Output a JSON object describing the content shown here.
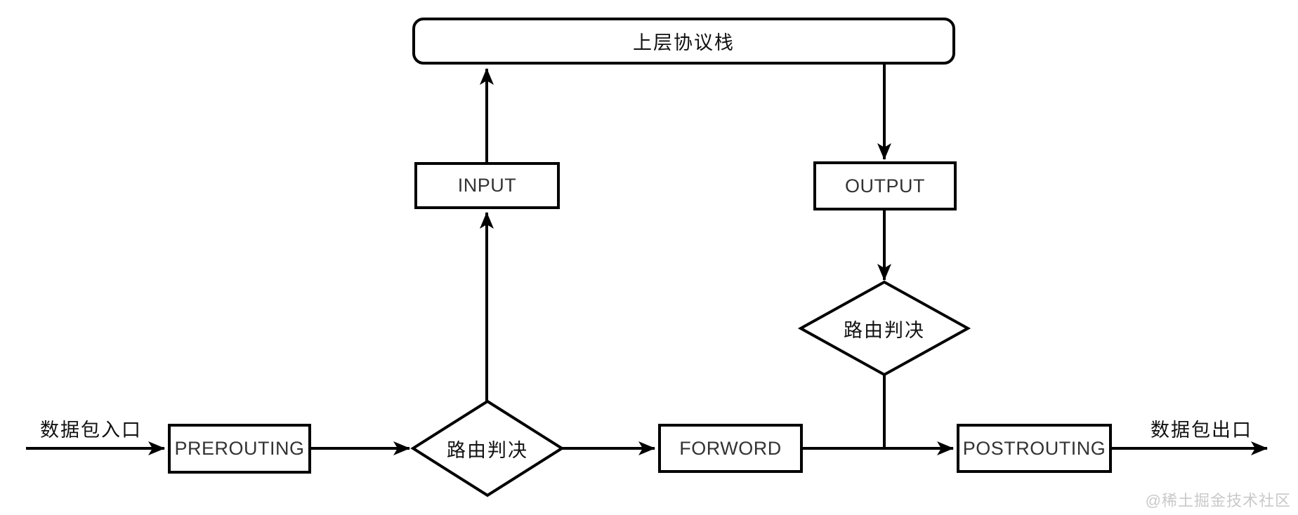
{
  "diagram": {
    "nodes": {
      "upper_stack": "上层协议栈",
      "input": "INPUT",
      "output": "OUTPUT",
      "routing_decision_right": "路由判决",
      "routing_decision_bottom": "路由判决",
      "prerouting": "PREROUTING",
      "forword": "FORWORD",
      "postrouting": "POSTROUTING"
    },
    "labels": {
      "packet_in": "数据包入口",
      "packet_out": "数据包出口"
    },
    "watermark": "@稀土掘金技术社区",
    "colors": {
      "line": "#000000",
      "node_border": "#000000",
      "node_fill": "#ffffff",
      "node_text": "#333333",
      "label_text": "#111111",
      "watermark_text": "#c9c9c9",
      "background": "#ffffff"
    }
  }
}
